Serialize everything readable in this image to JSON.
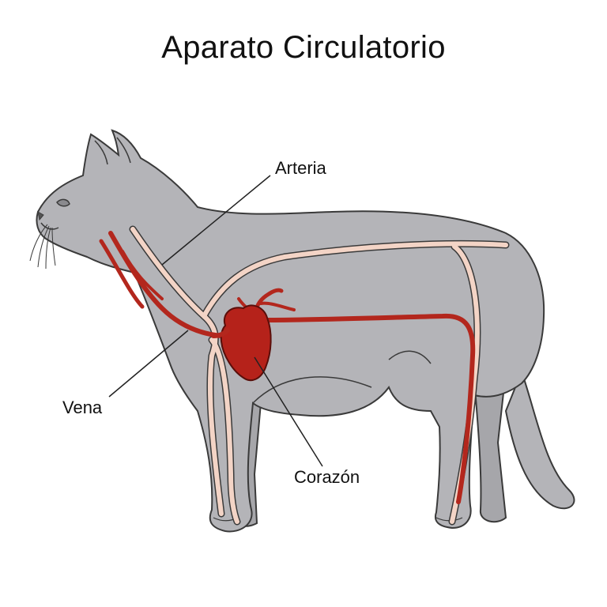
{
  "title": "Aparato Circulatorio",
  "labels": {
    "arteria": "Arteria",
    "vena": "Vena",
    "corazon": "Corazón"
  },
  "colors": {
    "body_fill": "#b4b4b8",
    "body_outline": "#3a3a3a",
    "artery": "#f3d4c6",
    "vein": "#b3271d",
    "heart": "#b5221a",
    "leader_line": "#222222"
  }
}
